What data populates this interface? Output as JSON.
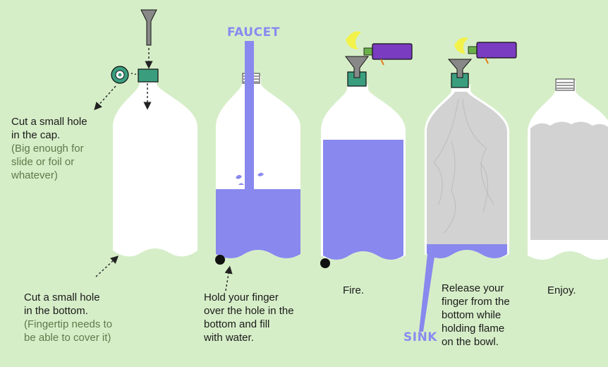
{
  "steps": [
    {
      "main": [
        "Cut a small hole",
        "in the cap."
      ],
      "note": [
        "(Big enough for",
        "slide or foil or",
        "whatever)"
      ]
    },
    {
      "main": [
        "Cut a small hole",
        "in the bottom."
      ],
      "note": [
        "(Fingertip needs to",
        "be able to cover it)"
      ]
    },
    {
      "main": [
        "Hold your finger",
        "over the hole in the",
        "bottom and fill",
        "with water."
      ],
      "note": []
    },
    {
      "main": [
        "Fire."
      ],
      "note": []
    },
    {
      "main": [
        "Release your",
        "finger from the",
        "bottom while",
        "holding flame",
        "on the bowl."
      ],
      "note": []
    },
    {
      "main": [
        "Enjoy."
      ],
      "note": []
    }
  ],
  "labels": {
    "faucet": "FAUCET",
    "sink": "SINK"
  },
  "colors": {
    "background": "#d6eec8",
    "water": "#8888ee",
    "cap": "#3a9e7e",
    "smoke": "#d2d2d2",
    "lighter": "#7a3cc0",
    "flame": "#f2f24a",
    "bowl": "#888888",
    "note_text": "#5f7a4a"
  }
}
